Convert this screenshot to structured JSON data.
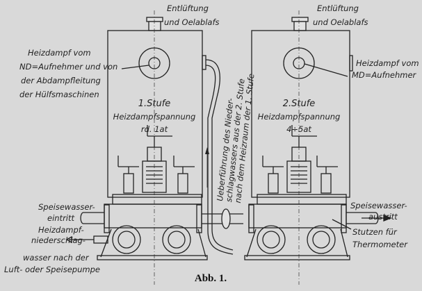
{
  "figure": {
    "caption": "Abb. 1.",
    "top_labels": {
      "left_vent": [
        "Entlüftung",
        "und Oelablafs"
      ],
      "right_vent": [
        "Entlüftung",
        "und Oelablafs"
      ]
    },
    "left_steam_inlet": [
      "Heizdampf vom",
      "ND=Aufnehmer und von",
      "der Abdampfleitung",
      "der Hülfsmaschinen"
    ],
    "right_steam_inlet": [
      "Heizdampf vom",
      "MD=Aufnehmer"
    ],
    "stage1": {
      "title": "1.Stufe",
      "pressure_label": "Heizdampfspannung",
      "pressure_value": "rd. 1at"
    },
    "stage2": {
      "title": "2.Stufe",
      "pressure_label": "Heizdampfspannung",
      "pressure_value": "4÷5at"
    },
    "transfer_label": [
      "Ueberführung des Nieder-",
      "schlagwassers aus der 2. Stufe",
      "nach dem Heizraum der 1. Stufe"
    ],
    "feed_in": [
      "Speisewasser-",
      "eintritt"
    ],
    "condensate": [
      "Heizdampf-",
      "niederschlag-",
      "wasser nach der",
      "Luft- oder Speisepumpe"
    ],
    "feed_out": [
      "Speisewasser-",
      "austritt"
    ],
    "thermometer": [
      "Stutzen für",
      "Thermometer"
    ]
  }
}
